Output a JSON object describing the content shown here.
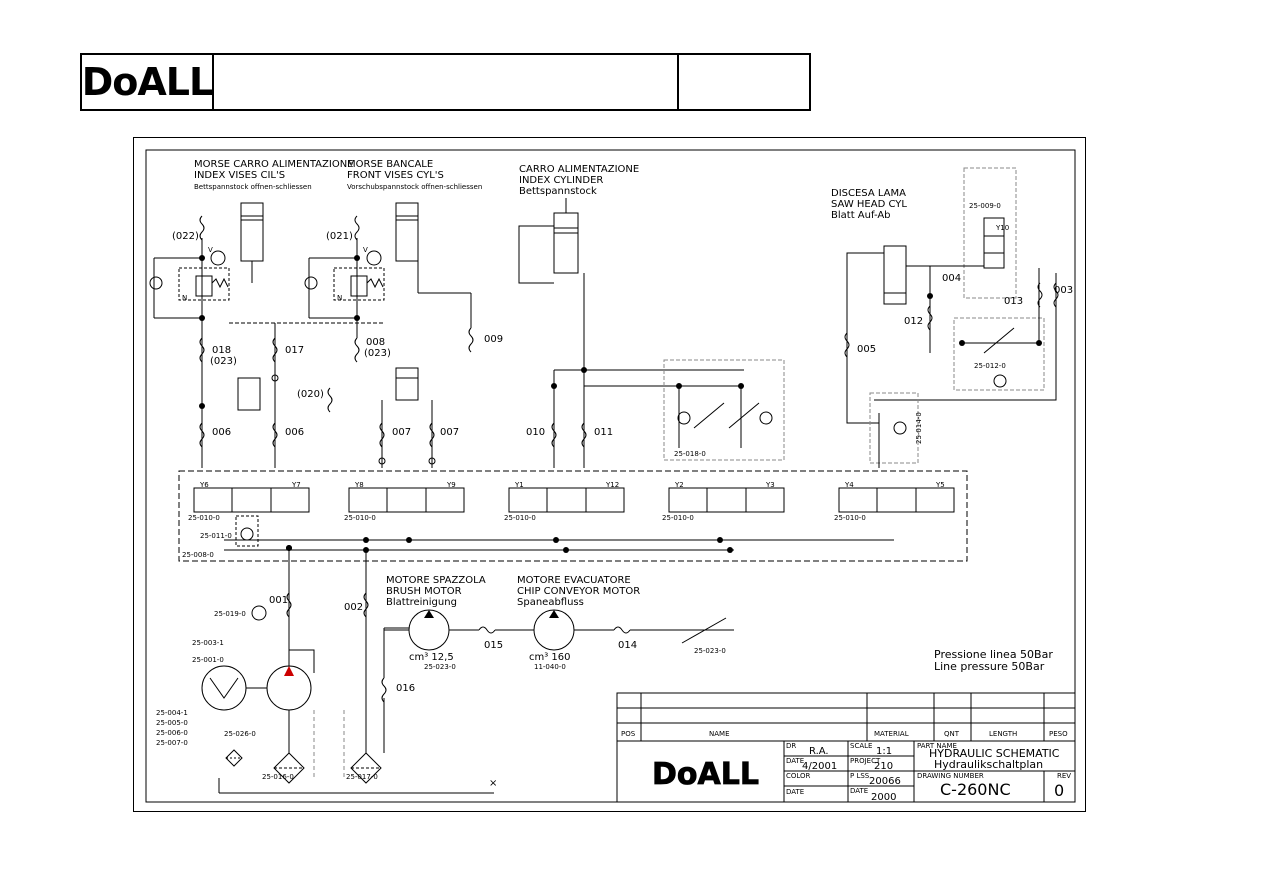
{
  "header": {
    "logo": "DoALL"
  },
  "labels": {
    "index_vises_it": "MORSE CARRO ALIMENTAZIONE",
    "index_vises_en": "INDEX VISES CIL'S",
    "index_vises_de": "Bettspannstock offnen-schliessen",
    "front_vises_it": "MORSE BANCALE",
    "front_vises_en": "FRONT VISES CYL'S",
    "front_vises_de": "Vorschubspannstock offnen-schliessen",
    "index_cyl_it": "CARRO ALIMENTAZIONE",
    "index_cyl_en": "INDEX CYLINDER",
    "index_cyl_de": "Bettspannstock",
    "saw_head_it": "DISCESA LAMA",
    "saw_head_en": "SAW HEAD CYL",
    "saw_head_de": "Blatt Auf-Ab",
    "brush_it": "MOTORE SPAZZOLA",
    "brush_en": "BRUSH MOTOR",
    "brush_de": "Blattreinigung",
    "chip_it": "MOTORE EVACUATORE",
    "chip_en": "CHIP CONVEYOR MOTOR",
    "chip_de": "Spaneabfluss",
    "pressure_it": "Pressione linea 50Bar",
    "pressure_en": "Line pressure 50Bar"
  },
  "hoses": {
    "h022": "(022)",
    "h021": "(021)",
    "h018": "018",
    "h023a": "(023)",
    "h017": "017",
    "h008": "008",
    "h023b": "(023)",
    "h009": "009",
    "h020": "(020)",
    "h006a": "006",
    "h006b": "006",
    "h007a": "007",
    "h007b": "007",
    "h010": "010",
    "h011": "011",
    "h005": "005",
    "h004": "004",
    "h012": "012",
    "h013": "013",
    "h003": "003",
    "h001": "001",
    "h002": "002",
    "h015": "015",
    "h014": "014",
    "h016": "016"
  },
  "parts": {
    "p25_009": "25-009-0",
    "y10": "Y10",
    "p25_012": "25-012-0",
    "p25_014": "25-014-0",
    "p25_018": "25-018-0",
    "v1": "25-010-0",
    "v2": "25-010-0",
    "v3": "25-010-0",
    "v4": "25-010-0",
    "v5": "25-010-0",
    "y6": "Y6",
    "y7": "Y7",
    "y8": "Y8",
    "y9": "Y9",
    "y1": "Y1",
    "y12": "Y12",
    "y2": "Y2",
    "y3": "Y3",
    "y4": "Y4",
    "y5": "Y5",
    "p25_011": "25-011-0",
    "p25_008": "25-008-0",
    "p25_019": "25-019-0",
    "p25_003": "25-003-1",
    "p25_001": "25-001-0",
    "p25_004": "25-004-1",
    "p25_005": "25-005-0",
    "p25_006": "25-006-0",
    "p25_007": "25-007-0",
    "p25_026": "25-026-0",
    "p25_016": "25-016-0",
    "p25_017": "25-017-0",
    "p25_023a": "25-023-0",
    "p11_040": "11-040-0",
    "p25_023b": "25-023-0",
    "cm1": "cm³ 12,5",
    "cm2": "cm³ 160",
    "v_letter": "V",
    "n_letter": "N"
  },
  "title_block": {
    "col_pos": "POS",
    "col_name": "NAME",
    "col_material": "MATERIAL",
    "col_qnt": "QNT",
    "col_length": "LENGTH",
    "col_peso": "PESO",
    "logo": "DoALL",
    "dr_label": "DR",
    "dr_value": "R.A.",
    "date_label": "DATE",
    "date_value": "4/2001",
    "color_label": "COLOR",
    "date2_label": "DATE",
    "scale_label": "SCALE",
    "scale_value": "1:1",
    "project_label": "PROJECT",
    "project_value": "210",
    "plss_label": "P LSS",
    "plss_value": "20066",
    "date3_label": "DATE",
    "date3_value": "2000",
    "part_name_label": "PART NAME",
    "part_name_en": "HYDRAULIC SCHEMATIC",
    "part_name_de": "Hydraulikschaltplan",
    "drawing_label": "DRAWING NUMBER",
    "drawing_value": "C-260NC",
    "rev_label": "REV",
    "rev_value": "0"
  },
  "colors": {
    "accent": "#cc0000",
    "line": "#000000",
    "dash": "#888888"
  }
}
